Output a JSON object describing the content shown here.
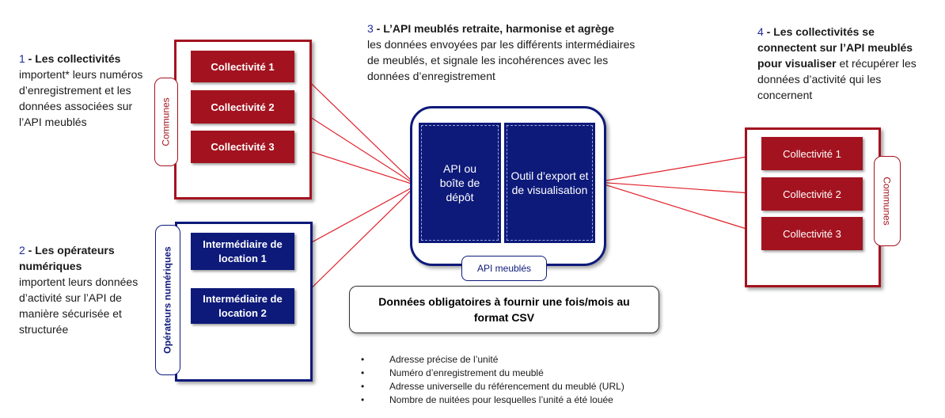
{
  "left_text_1": {
    "number": "1",
    "dash": " - ",
    "bold": "Les collectivités",
    "rest": "importent* leurs numéros d’enregistrement et les données associées sur l’API meublés"
  },
  "left_text_2": {
    "number": "2",
    "dash": " - ",
    "bold": "Les opérateurs numériques",
    "rest": "importent leurs données d’activité sur l’API de manière sécurisée et structurée"
  },
  "top_text_3": {
    "number": "3",
    "dash": " - ",
    "bold": "L’API meublés retraite, harmonise et agrège",
    "rest": "les données envoyées par les différents intermédiaires de meublés, et signale les incohérences avec les données d’enregistrement"
  },
  "top_text_4": {
    "number": "4",
    "dash": " - ",
    "bold": "Les collectivités se connectent sur l’API meublés pour visualiser",
    "rest": " et récupérer les données d’activité qui les concernent"
  },
  "left_collectivites": {
    "side_label": "Communes",
    "items": [
      "Collectivité 1",
      "Collectivité 2",
      "Collectivité 3"
    ]
  },
  "operateurs": {
    "side_label": "Opérateurs numériques",
    "items": [
      "Intermédiaire de location 1",
      "Intermédiaire de location 2"
    ]
  },
  "api": {
    "block_left": "API ou boîte de dépôt",
    "block_right": "Outil d’export et de visualisation",
    "label": "API meublés"
  },
  "right_collectivites": {
    "side_label": "Communes",
    "items": [
      "Collectivité 1",
      "Collectivité 2",
      "Collectivité 3"
    ]
  },
  "csv_box": {
    "text": "Données obligatoires à fournir une fois/mois au format CSV"
  },
  "bullets": [
    "Adresse précise de l’unité",
    "Numéro d’enregistrement du meublé",
    "Adresse universelle du référencement du meublé (URL)",
    "Nombre de nuitées pour lesquelles l’unité a été louée"
  ],
  "bullet_glyph": "•",
  "colors": {
    "red": "#a3131f",
    "blue": "#0d1a7a",
    "arrow": "#e0202a"
  }
}
